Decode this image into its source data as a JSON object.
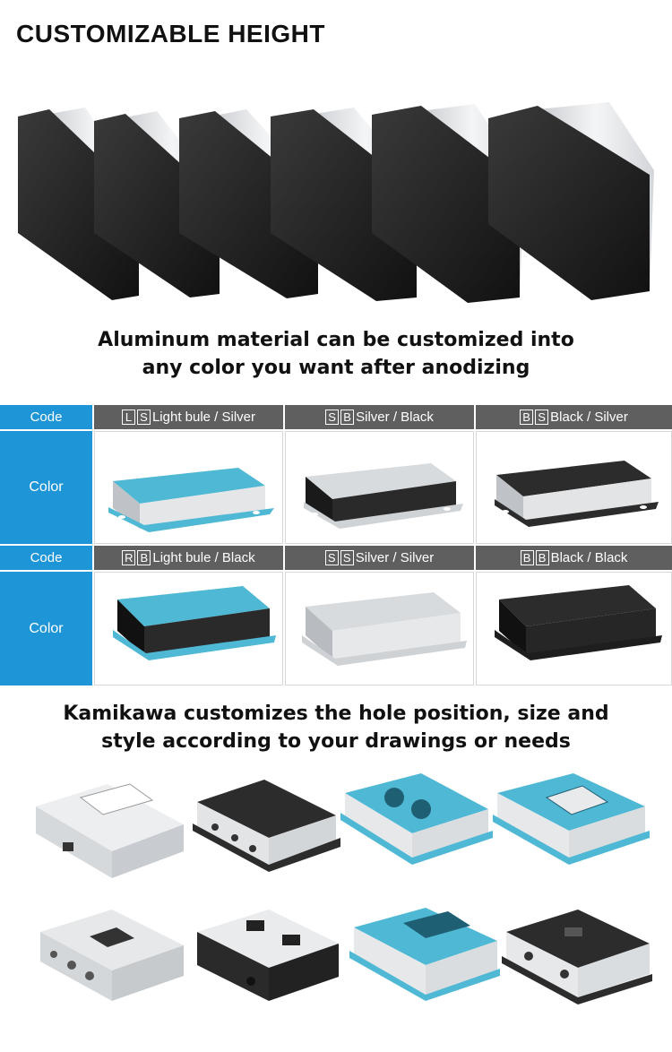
{
  "title": "CUSTOMIZABLE HEIGHT",
  "caption1": {
    "line1": "Aluminum material can be customized into",
    "line2": "any color you want after anodizing"
  },
  "table": {
    "code_label": "Code",
    "color_label": "Color",
    "rows": [
      [
        {
          "letters": [
            "L",
            "S"
          ],
          "text": "Light bule / Silver",
          "top": "#4fb8d4",
          "body": "#dcdfe2"
        },
        {
          "letters": [
            "S",
            "B"
          ],
          "text": "Silver / Black",
          "top": "#d8dbde",
          "body": "#2a2a2a"
        },
        {
          "letters": [
            "B",
            "S"
          ],
          "text": "Black / Silver",
          "top": "#2c2c2c",
          "body": "#d8dbde"
        }
      ],
      [
        {
          "letters": [
            "R",
            "B"
          ],
          "text": "Light bule / Black",
          "top": "#4fb8d4",
          "body": "#2a2a2a"
        },
        {
          "letters": [
            "S",
            "S"
          ],
          "text": "Silver / Silver",
          "top": "#d8dbde",
          "body": "#cfd2d5"
        },
        {
          "letters": [
            "B",
            "B"
          ],
          "text": "Black / Black",
          "top": "#2c2c2c",
          "body": "#262626"
        }
      ]
    ]
  },
  "caption2": {
    "line1": "Kamikawa customizes the hole position, size and",
    "line2": "style according to your drawings or needs"
  },
  "colors": {
    "code_header_blue": "#1e95d6",
    "header_grey": "#5f5f5f",
    "anodized_blue": "#4fb8d4",
    "anodized_black": "#2c2c2c",
    "silver": "#d8dbde"
  }
}
